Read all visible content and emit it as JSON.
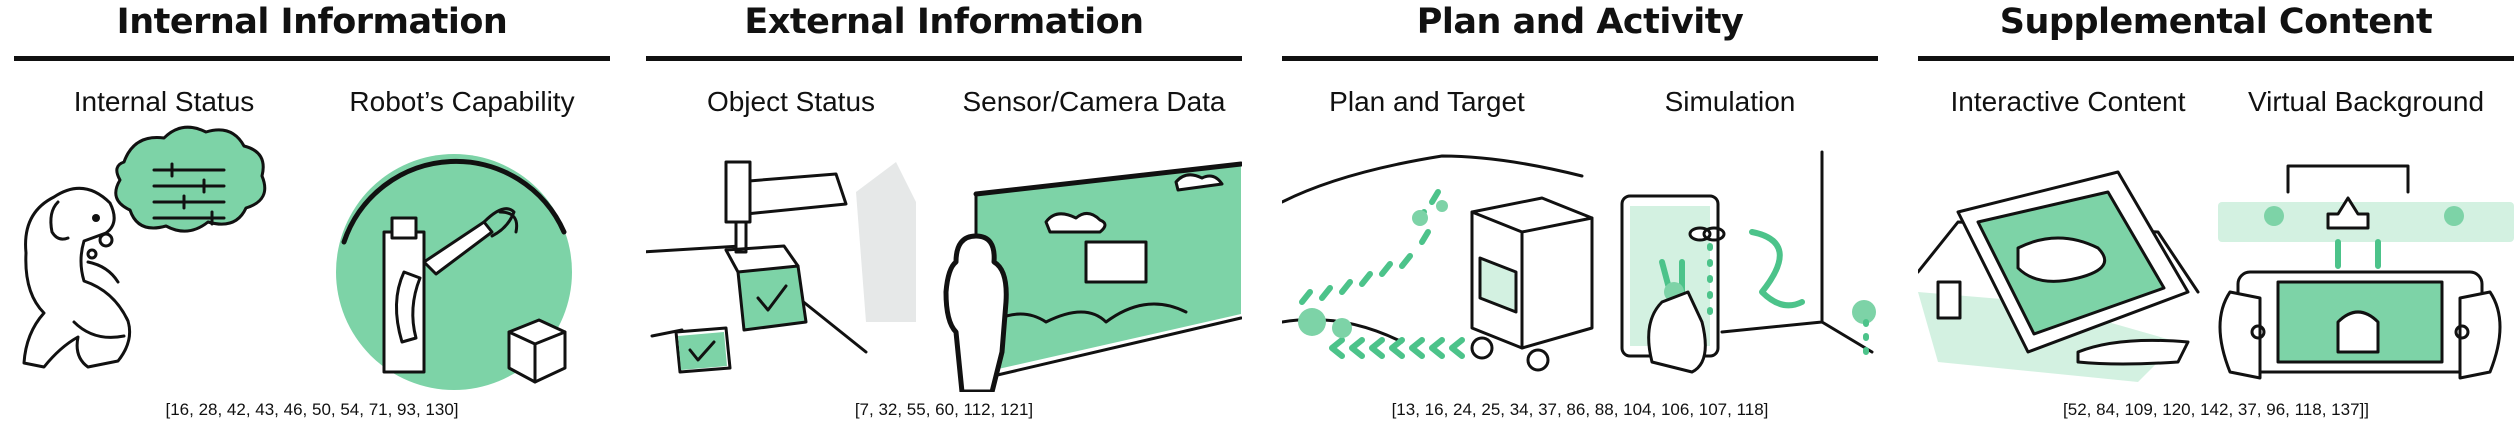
{
  "groups": [
    {
      "title": "Internal Information",
      "subs": [
        "Internal Status",
        "Robot’s Capability"
      ],
      "citations": "[16, 28, 42, 43, 46, 50, 54, 71, 93, 130]"
    },
    {
      "title": "External Information",
      "subs": [
        "Object Status",
        "Sensor/Camera Data"
      ],
      "citations": "[7, 32, 55, 60, 112, 121]"
    },
    {
      "title": "Plan and Activity",
      "subs": [
        "Plan and Target",
        "Simulation"
      ],
      "citations": "[13, 16, 24, 25, 34, 37, 86, 88, 104, 106, 107, 118]"
    },
    {
      "title": "Supplemental Content",
      "subs": [
        "Interactive Content",
        "Virtual Background"
      ],
      "citations": "[52, 84, 109, 120, 142, 37, 96, 118, 137]]"
    }
  ],
  "colors": {
    "accent": "#7dd3a7",
    "accent_light": "#d3f1e1",
    "ink": "#111111",
    "gray": "#e6e8e8"
  }
}
